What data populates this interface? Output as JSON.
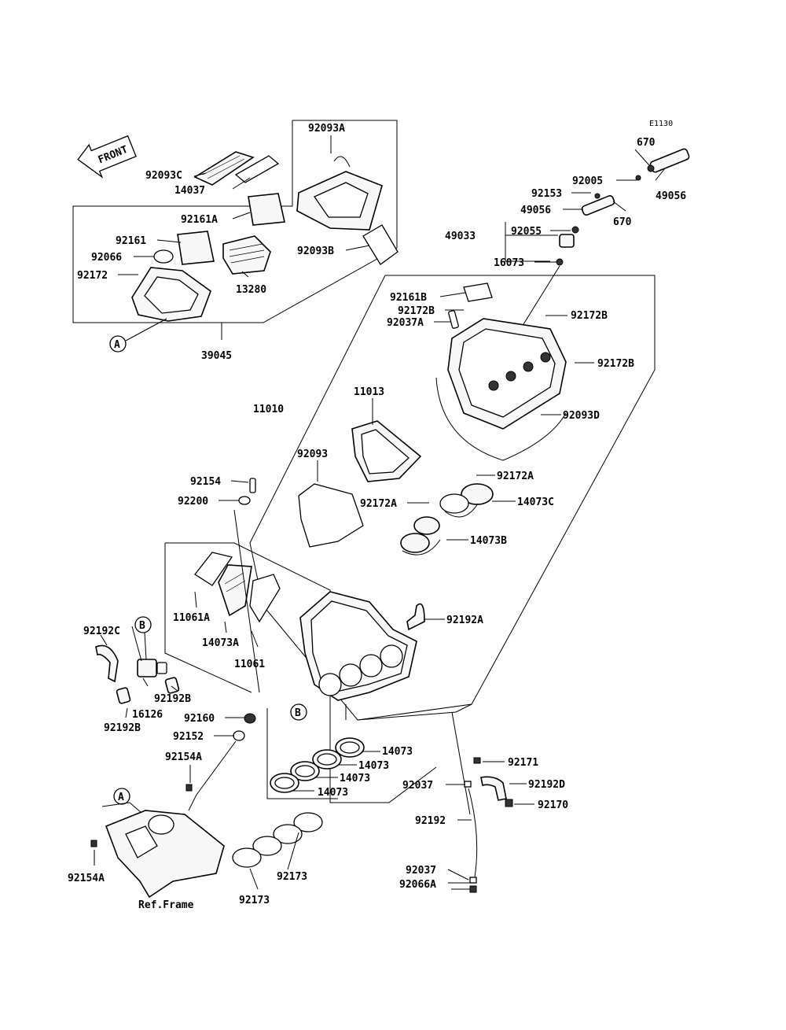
{
  "figure_code": "E1130",
  "front_label": "FRONT",
  "ref_frame": "Ref.Frame",
  "markers": {
    "a": "A",
    "b": "B"
  },
  "labels": {
    "p92093A": "92093A",
    "p92093C": "92093C",
    "p14037": "14037",
    "p92161A": "92161A",
    "p92161": "92161",
    "p92066": "92066",
    "p92172": "92172",
    "p13280": "13280",
    "p92093B": "92093B",
    "p39045": "39045",
    "p670a": "670",
    "p670b": "670",
    "p92005": "92005",
    "p92153": "92153",
    "p49056a": "49056",
    "p49056b": "49056",
    "p49033": "49033",
    "p92055": "92055",
    "p16073": "16073",
    "p92161B": "92161B",
    "p92172Ba": "92172B",
    "p92172Bb": "92172B",
    "p92172Bc": "92172B",
    "p92037A": "92037A",
    "p11010": "11010",
    "p11013": "11013",
    "p92093D": "92093D",
    "p92093": "92093",
    "p92154": "92154",
    "p92200": "92200",
    "p92172Aa": "92172A",
    "p92172Ab": "92172A",
    "p14073C": "14073C",
    "p14073B": "14073B",
    "p11061A": "11061A",
    "p14073A": "14073A",
    "p11061": "11061",
    "p92192A": "92192A",
    "p92192C": "92192C",
    "p92192Ba": "92192B",
    "p92192Bb": "92192B",
    "p16126": "16126",
    "p92160": "92160",
    "p92152": "92152",
    "p92154Aa": "92154A",
    "p92154Ab": "92154A",
    "p14073a": "14073",
    "p14073b": "14073",
    "p14073c": "14073",
    "p14073d": "14073",
    "p92171": "92171",
    "p92192D": "92192D",
    "p92037a": "92037",
    "p92037b": "92037",
    "p92170": "92170",
    "p92192": "92192",
    "p92066A": "92066A",
    "p92173a": "92173",
    "p92173b": "92173"
  }
}
